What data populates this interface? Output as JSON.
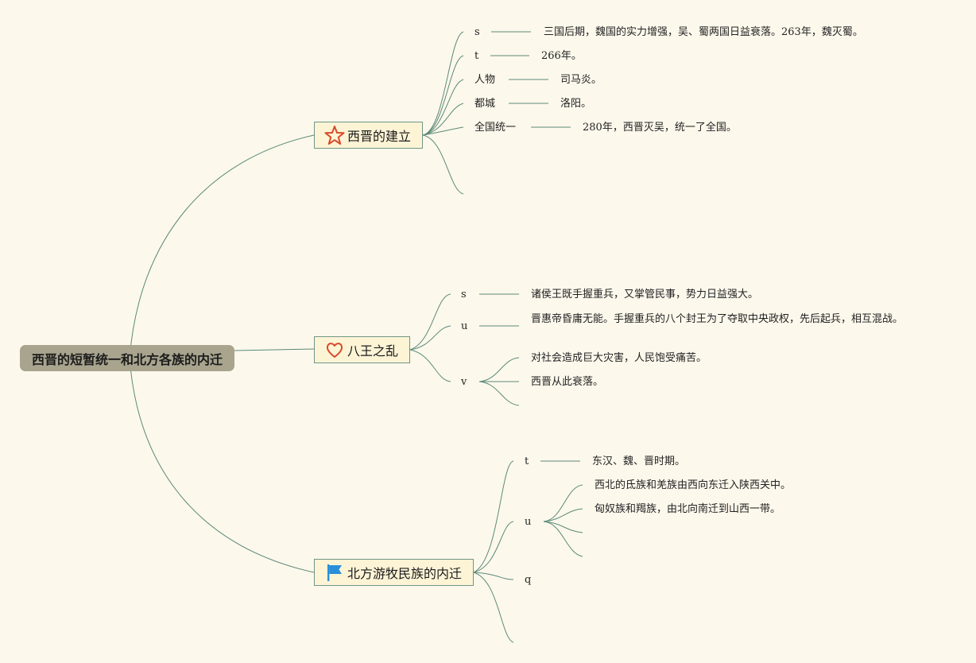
{
  "root": {
    "title": "西晋的短暂统一和北方各族的内迁"
  },
  "topics": [
    {
      "title": "西晋的建立",
      "icon": "star-icon",
      "items": [
        {
          "label": "s",
          "text": "三国后期，魏国的实力增强，吴、蜀两国日益衰落。263年，魏灭蜀。"
        },
        {
          "label": "t",
          "text": "266年。"
        },
        {
          "label": "人物",
          "text": "司马炎。"
        },
        {
          "label": "都城",
          "text": "洛阳。"
        },
        {
          "label": "全国统一",
          "text": "280年，西晋灭吴，统一了全国。"
        }
      ]
    },
    {
      "title": "八王之乱",
      "icon": "heart-icon",
      "items": [
        {
          "label": "s",
          "text": "诸侯王既手握重兵，又掌管民事，势力日益强大。"
        },
        {
          "label": "u",
          "text": "晋惠帝昏庸无能。手握重兵的八个封王为了夺取中央政权，先后起兵，相互混战。"
        },
        {
          "label": "v",
          "subs": [
            "对社会造成巨大灾害，人民饱受痛苦。",
            "西晋从此衰落。"
          ]
        }
      ]
    },
    {
      "title": "北方游牧民族的内迁",
      "icon": "flag-icon",
      "items": [
        {
          "label": "t",
          "text": "东汉、魏、晋时期。"
        },
        {
          "label": "u",
          "subs": [
            "西北的氐族和羌族由西向东迁入陕西关中。",
            "匈奴族和羯族，由北向南迁到山西一带。"
          ]
        },
        {
          "label": "q"
        }
      ]
    }
  ],
  "colors": {
    "background": "#fdf8ec",
    "root_fill": "#a8a48e",
    "topic_fill": "#fdf4d6",
    "line": "#5a8a78"
  }
}
